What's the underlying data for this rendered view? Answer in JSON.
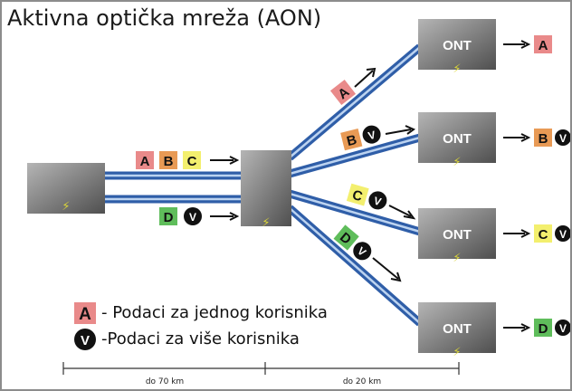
{
  "title": "Aktivna optička mreža (AON)",
  "colors": {
    "fiber_blue": "#2f5ea8",
    "fiber_highlight": "#bcd3f0",
    "box_light": "#b5b5b5",
    "box_dark": "#4f4f4f",
    "tag_a": "#e98a8a",
    "tag_b": "#e89a55",
    "tag_c": "#f3ef6e",
    "tag_d": "#5fbd5b",
    "connector": "#d9d43a"
  },
  "devices": {
    "ont_label": "ONT"
  },
  "tags": {
    "A": "A",
    "B": "B",
    "C": "C",
    "D": "D",
    "V": "V"
  },
  "legend": {
    "unicast_letter": "A",
    "unicast_text": "- Podaci za jednog korisnika",
    "multicast_letter": "V",
    "multicast_text": "-Podaci za više korisnika"
  },
  "distances": {
    "first": "do 70 km",
    "second": "do 20 km"
  }
}
